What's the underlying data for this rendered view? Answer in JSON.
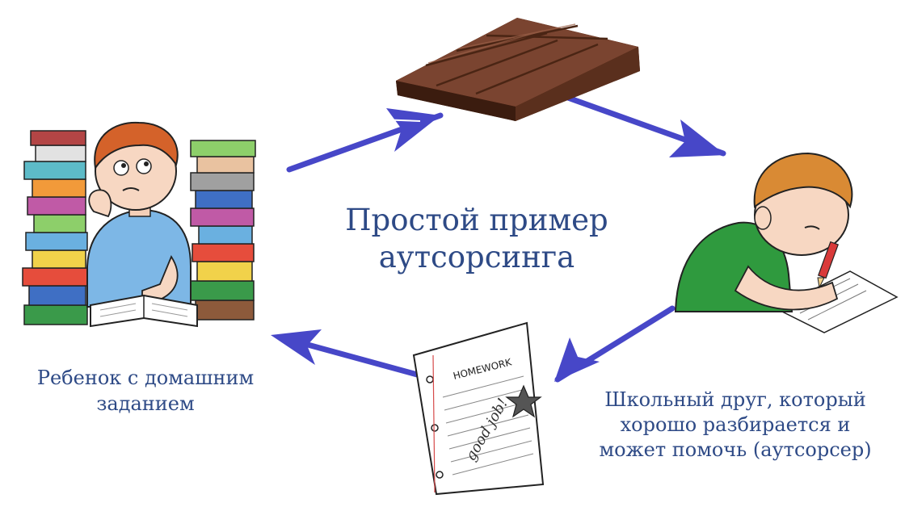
{
  "title": {
    "lines": [
      "Простой пример",
      "аутсорсинга"
    ]
  },
  "child_caption": {
    "lines": [
      "Ребенок с домашним",
      "заданием"
    ]
  },
  "friend_caption": {
    "lines": [
      "Школьный друг, который",
      "хорошо разбирается и",
      "может помочь (аутсорсер)"
    ]
  },
  "homework_sheet": {
    "heading": "HOMEWORK",
    "note": "good job!"
  },
  "colors": {
    "text": "#2e4a86",
    "arrow": "#3f3fbf",
    "chocolate": "#6b3a26",
    "shirt_blue": "#7db7e6",
    "shirt_green": "#2f9a3e",
    "hair": "#d4622a"
  },
  "icons": [
    "chocolate-bar-icon",
    "child-with-books-icon",
    "friend-writing-icon",
    "homework-sheet-icon"
  ]
}
